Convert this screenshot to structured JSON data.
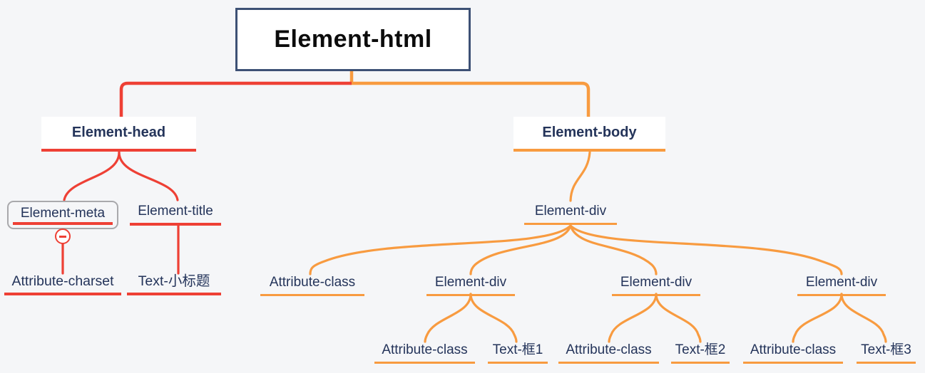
{
  "colors": {
    "red_branch": "#EE4035",
    "orange_branch": "#F89B40",
    "navy_text": "#24345A",
    "root_border": "#3D5175",
    "meta_selection_border": "#A9A9AC",
    "background": "#F5F6F8"
  },
  "icons": {
    "collapse": "collapse-minus-icon"
  },
  "tree": {
    "root": {
      "label": "Element-html"
    },
    "head": {
      "label": "Element-head",
      "meta": {
        "label": "Element-meta",
        "charset": {
          "label": "Attribute-charset"
        }
      },
      "title": {
        "label": "Element-title",
        "text": {
          "label": "Text-小标题"
        }
      }
    },
    "body": {
      "label": "Element-body",
      "div": {
        "label": "Element-div",
        "children": [
          {
            "label": "Attribute-class"
          },
          {
            "label": "Element-div",
            "children": [
              {
                "label": "Attribute-class"
              },
              {
                "label": "Text-框1"
              }
            ]
          },
          {
            "label": "Element-div",
            "children": [
              {
                "label": "Attribute-class"
              },
              {
                "label": "Text-框2"
              }
            ]
          },
          {
            "label": "Element-div",
            "children": [
              {
                "label": "Attribute-class"
              },
              {
                "label": "Text-框3"
              }
            ]
          }
        ]
      }
    }
  }
}
